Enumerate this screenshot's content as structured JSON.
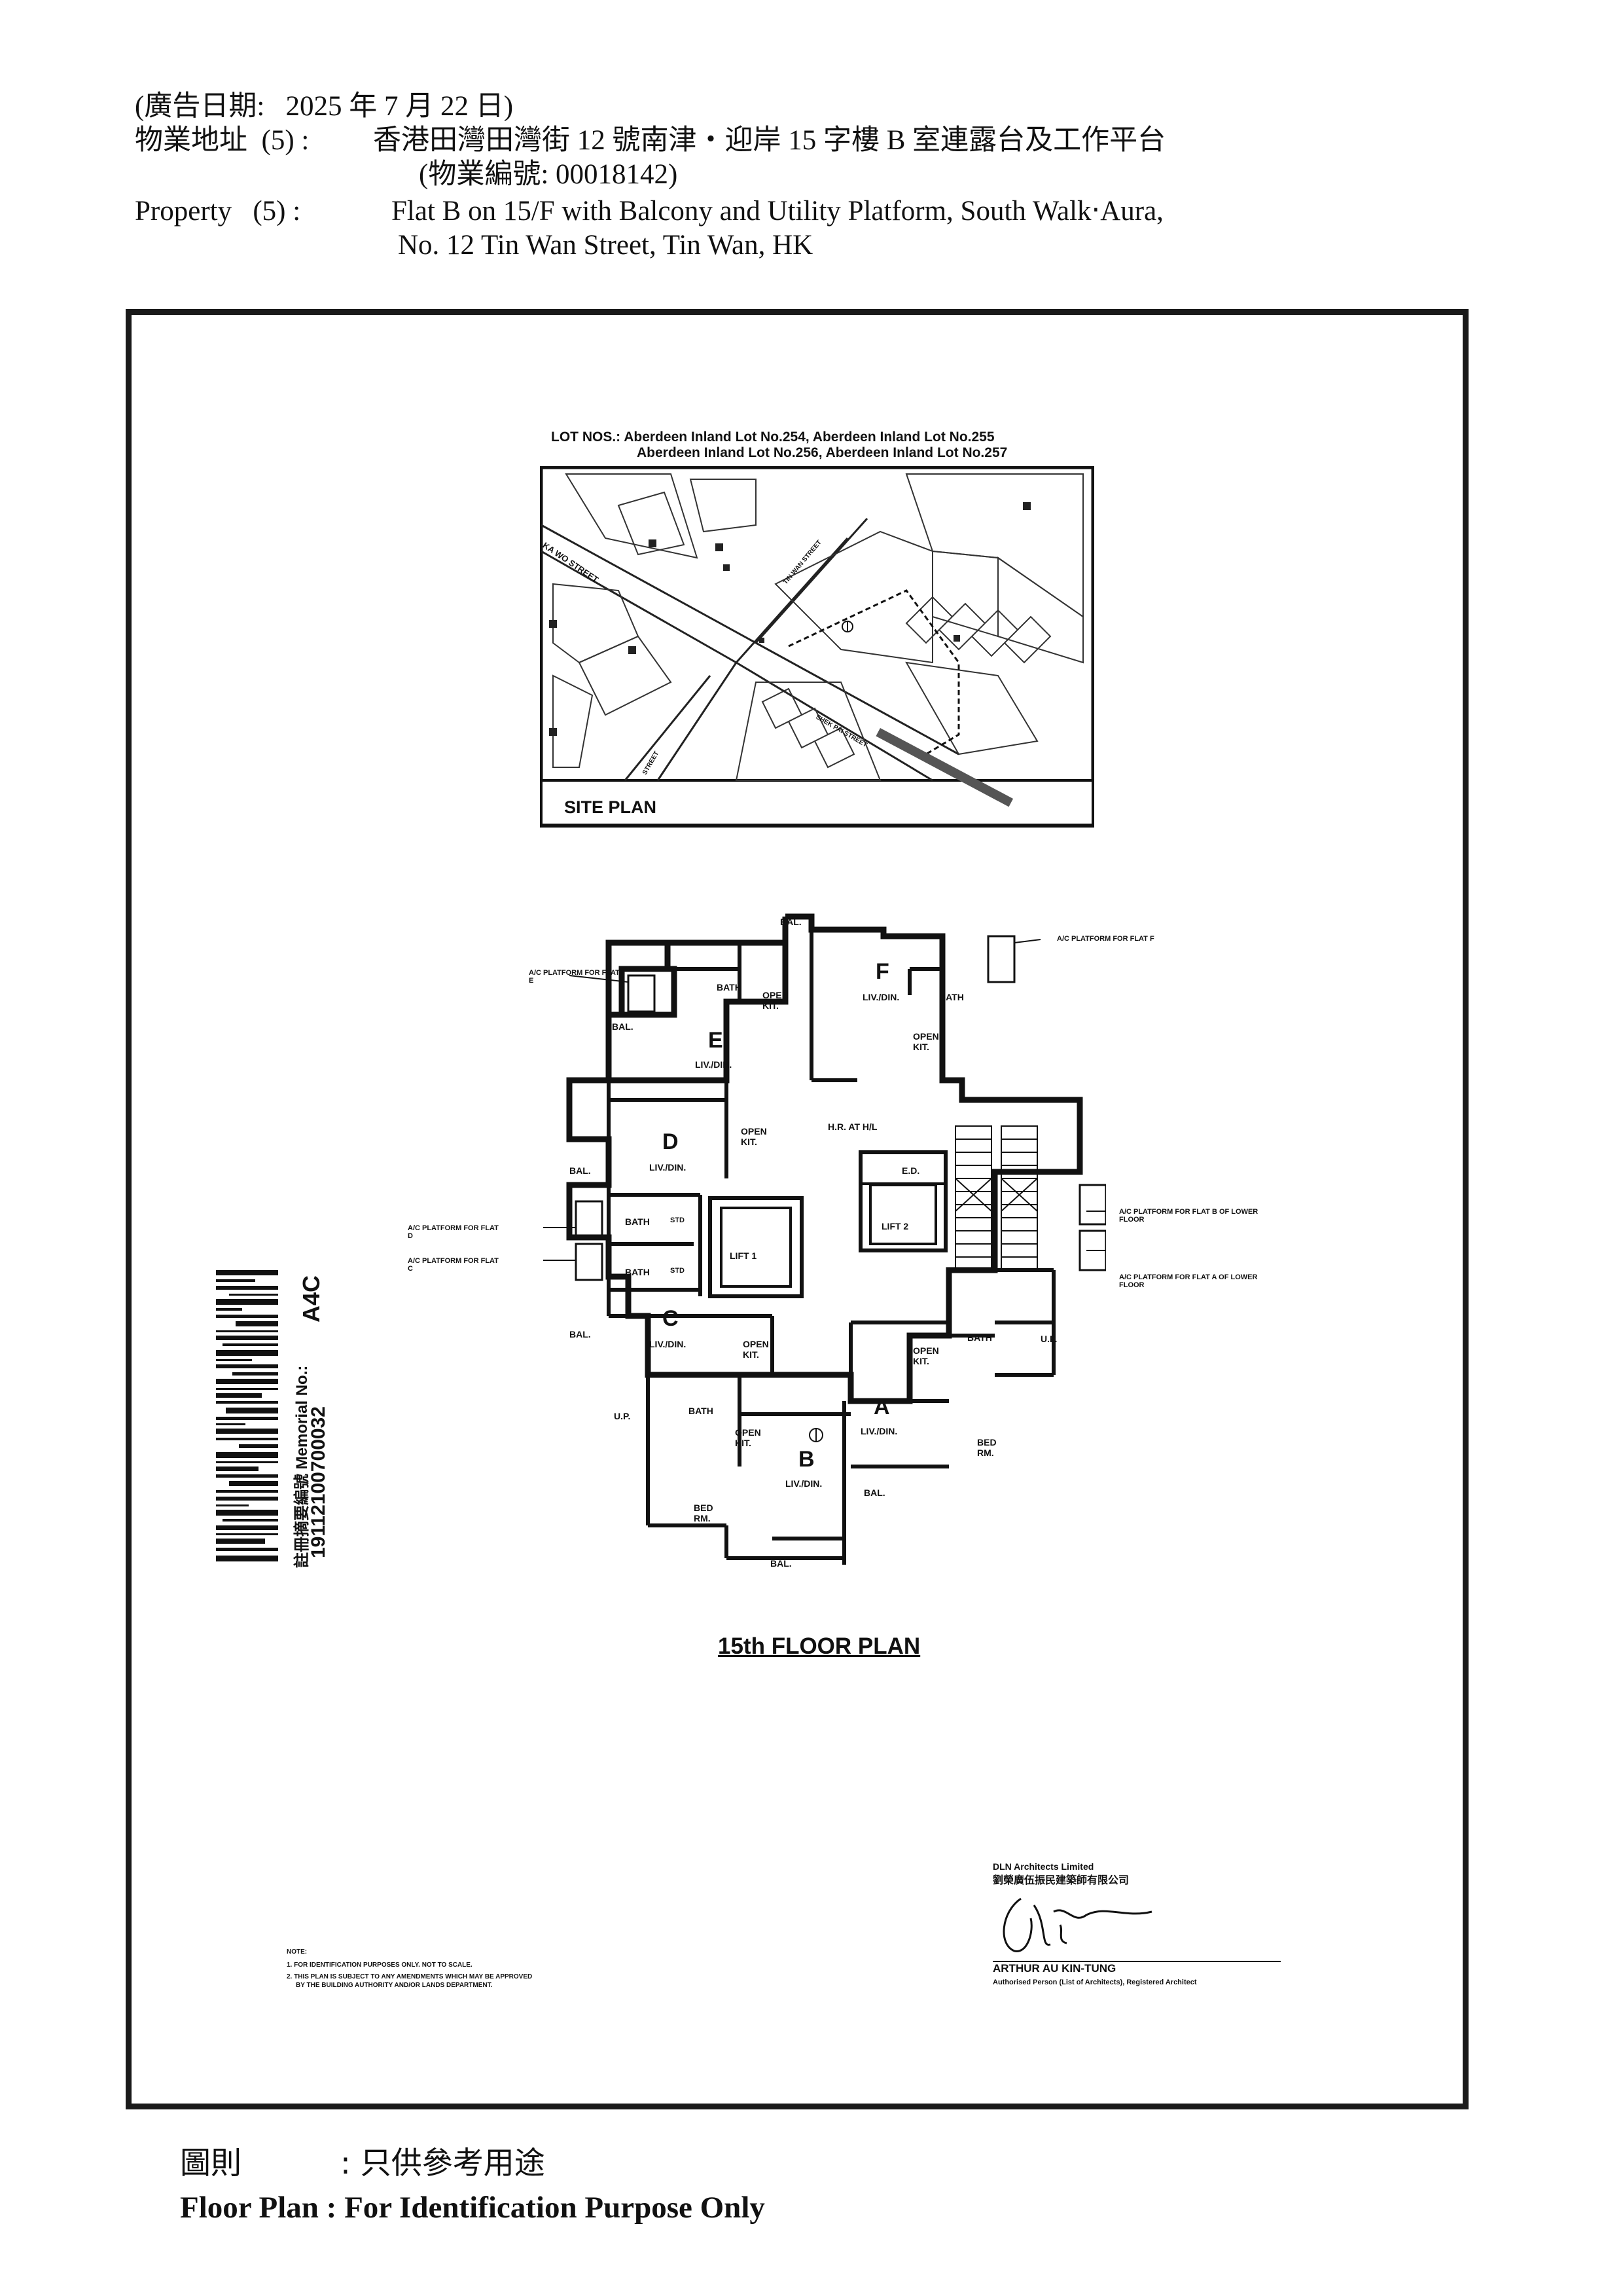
{
  "header": {
    "line1": "(廣告日期:   2025 年 7 月 22 日)",
    "line2_label": "物業地址  (5) :",
    "line2_value": "香港田灣田灣街 12 號南津‧迎岸 15 字樓 B 室連露台及工作平台",
    "line3_value": "(物業編號: 00018142)",
    "line4_label": "Property   (5) :",
    "line4_value": "Flat B on 15/F with Balcony and Utility Platform, South Walk‧Aura,",
    "line5_value": "No. 12 Tin Wan Street, Tin Wan, HK"
  },
  "site_plan": {
    "lot_line1": "LOT NOS.: Aberdeen Inland Lot No.254, Aberdeen Inland Lot No.255",
    "lot_line2": "Aberdeen Inland Lot No.256, Aberdeen Inland Lot No.257",
    "title": "SITE PLAN",
    "street_ka_wo": "KA WO STREET",
    "street_tin_wan": "TIN WAN STREET",
    "street_shek_pai": "SHEK PAI STREET",
    "street_other": "STREET"
  },
  "floor_plan": {
    "title": "15th FLOOR PLAN",
    "flats": [
      "A",
      "B",
      "C",
      "D",
      "E",
      "F"
    ],
    "liv_din": "LIV./DIN.",
    "bath": "BATH",
    "bal": "BAL.",
    "open_kit": "OPEN KIT.",
    "bed_rm": "BED RM.",
    "up": "U.P.",
    "std": "STD",
    "lift1": "LIFT 1",
    "lift2": "LIFT 2",
    "ed": "E.D.",
    "hr_at_hl": "H.R. AT H/L",
    "ac_e": "A/C PLATFORM FOR FLAT E",
    "ac_f": "A/C PLATFORM FOR FLAT F",
    "ac_d": "A/C PLATFORM FOR FLAT D",
    "ac_c": "A/C PLATFORM FOR FLAT C",
    "ac_b_lower": "A/C PLATFORM FOR FLAT B OF LOWER FLOOR",
    "ac_a_lower": "A/C PLATFORM FOR FLAT A OF LOWER FLOOR"
  },
  "barcode": {
    "label": "註冊摘要編號 Memorial No.:",
    "number": "19112100700032",
    "code": "A4C"
  },
  "notes": {
    "title": "NOTE:",
    "n1": "1. FOR IDENTIFICATION PURPOSES ONLY. NOT TO SCALE.",
    "n2": "2. THIS PLAN IS SUBJECT TO ANY AMENDMENTS WHICH MAY BE APPROVED",
    "n2b": "BY THE BUILDING AUTHORITY AND/OR LANDS DEPARTMENT."
  },
  "signature": {
    "firm_en": "DLN Architects Limited",
    "firm_zh": "劉榮廣伍振民建築師有限公司",
    "name": "ARTHUR AU KIN-TUNG",
    "role": "Authorised Person (List of Architects), Registered Architect"
  },
  "footer": {
    "zh_label": "圖則",
    "zh_value": ": 只供參考用途",
    "en": "Floor Plan : For Identification Purpose Only"
  }
}
